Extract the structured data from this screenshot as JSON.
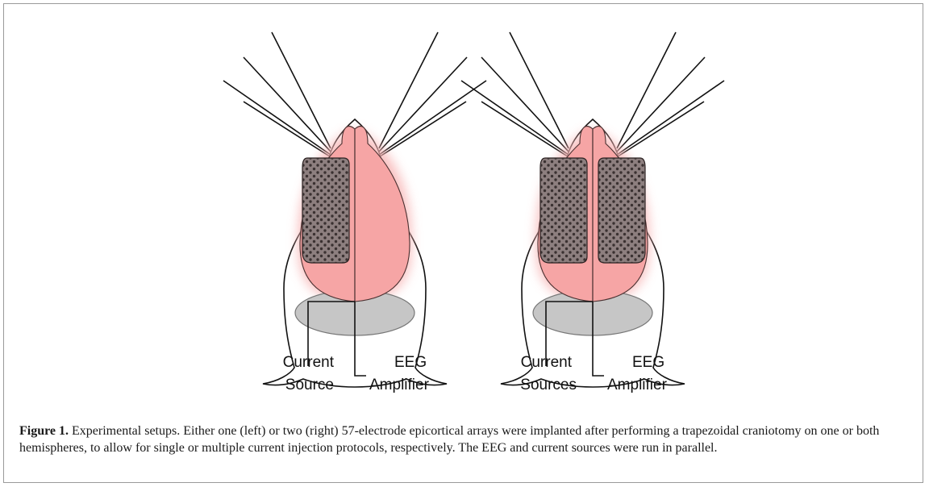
{
  "figure": {
    "left_panel": {
      "label_1_line_1": "Current",
      "label_1_line_2": "Source",
      "label_2_line_1": "EEG",
      "label_2_line_2": "Amplifier"
    },
    "right_panel": {
      "label_1_line_1": "Current",
      "label_1_line_2": "Sources",
      "label_2_line_1": "EEG",
      "label_2_line_2": "Amplifier"
    }
  },
  "caption": {
    "number": "Figure 1.",
    "text": "Experimental setups. Either one (left) or two (right) 57-electrode epicortical arrays were implanted after performing a trapezoidal craniotomy on one or both hemispheres, to allow for single or multiple current injection protocols, respectively. The EEG and current sources were run in parallel."
  },
  "colors": {
    "cortex_fill": "#f6a5a5",
    "cortex_glow": "#f4b8b8",
    "cerebellum_fill": "#c4c4c4",
    "array_fill": "#8a7b7b",
    "electrode_dot": "#3a3131",
    "line": "#111111"
  }
}
